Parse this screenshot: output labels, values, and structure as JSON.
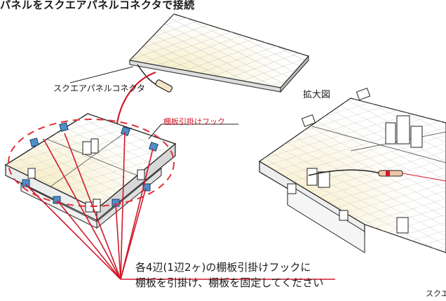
{
  "header": {
    "title": "パネルをスクエアパネルコネクタで接続"
  },
  "labels": {
    "connector": "スクエアパネルコネクタ",
    "hook": "棚板引掛けフック",
    "zoom": "拡大図",
    "edge_fragment": "スクエ"
  },
  "instructions": {
    "line1": "各4辺(1辺2ヶ)の棚板引掛けフックに",
    "line2": "棚板を引掛け、棚板を固定してください"
  },
  "colors": {
    "callout": "#d0192a",
    "dashed_ring": "#e0303a",
    "panel_glow": "#f6edc4",
    "grid_line": "#b8b8b8",
    "hook_fill": "#4f8fc7",
    "outline": "#222222"
  },
  "icons": [
    "square-panel-icon",
    "connector-cable-icon",
    "hook-icon",
    "display-block-icon",
    "arrow-icon"
  ]
}
